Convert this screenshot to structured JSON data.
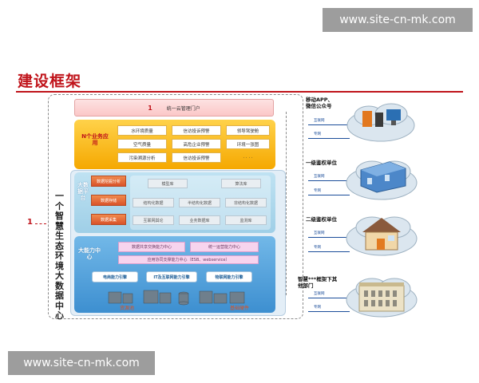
{
  "watermarks": {
    "top": "www.site-cn-mk.com",
    "bottom": "www.site-cn-mk.com"
  },
  "title": "建设框架",
  "left_marker": "1",
  "center_vertical_label": "一个智慧生态环境大数据中心",
  "portal": {
    "number": "1",
    "label": "统一云管理门户"
  },
  "app_layer": {
    "label": "N个业务应用",
    "cells": [
      "水环境质量",
      "信访投诉预警",
      "领导驾驶舱",
      "空气质量",
      "高危企业预警",
      "环境一张图",
      "污染溯源分析",
      "信访投诉预警",
      "· · · ·"
    ]
  },
  "big_data_platform": {
    "label": "大数据平台",
    "left_cells": [
      "数据挖掘分析",
      "数据存储",
      "数据采集"
    ],
    "grid_cells": [
      "模型库",
      "算法库",
      "结构化数据",
      "半结构化数据",
      "非结构化数据",
      "互联网舆论",
      "业务数据库",
      "监测库"
    ]
  },
  "capability_layer": {
    "label": "大能力中心",
    "cells": [
      "数据共享交换能力中心",
      "统一运营能力中心"
    ],
    "bus": "应用协同支撑能力中心（ESB、webservice）",
    "engines": [
      "电商能力引擎",
      "IT及互联网能力引擎",
      "物联网能力引擎"
    ],
    "bottom_left": "资源池",
    "bottom_right": "基础硬件"
  },
  "right_side": {
    "items": [
      {
        "label": "移动APP、\n微信公众号",
        "nets": [
          "互联网",
          "专网"
        ]
      },
      {
        "label": "一级鉴权单位",
        "nets": [
          "互联网",
          "专网"
        ]
      },
      {
        "label": "二级鉴权单位",
        "nets": [
          "互联网",
          "专网"
        ]
      },
      {
        "label": "智慧***框架下其\n他部门",
        "nets": [
          "互联网",
          "专网"
        ]
      }
    ]
  },
  "colors": {
    "accent_red": "#c0141b",
    "app_yellow": "#f5a800",
    "platform_blue": "#9fcfe7",
    "capability_blue": "#3d8fd0"
  }
}
